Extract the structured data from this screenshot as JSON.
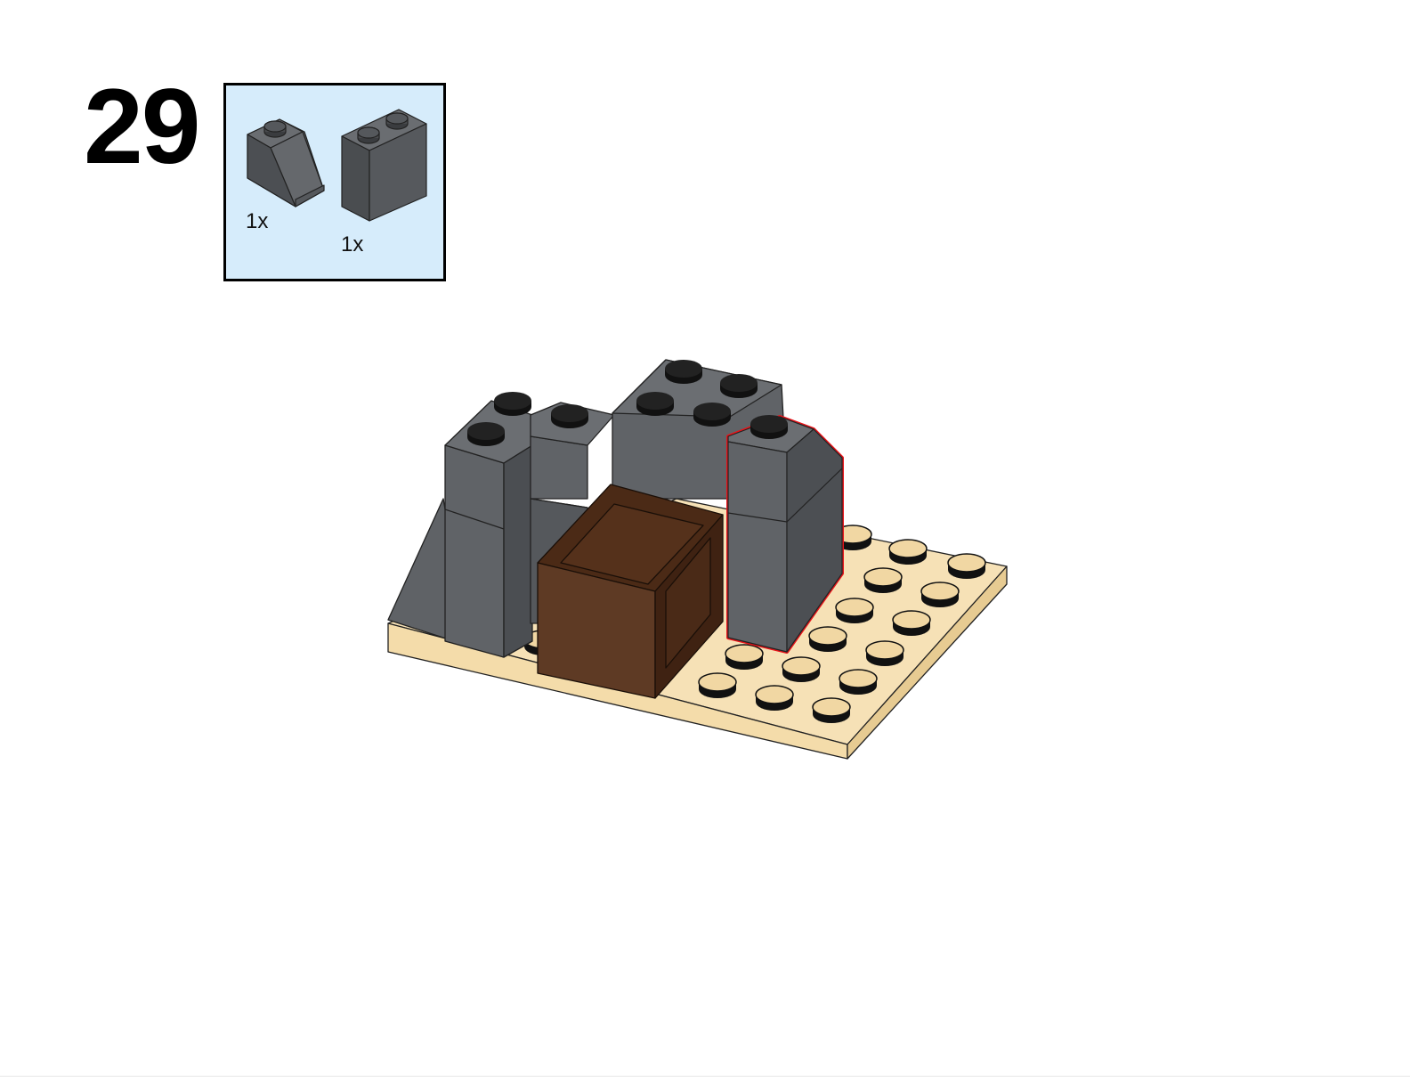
{
  "step": {
    "number": "29"
  },
  "parts_list": {
    "items": [
      {
        "part": "slope-brick",
        "color": "dark-bluish-gray",
        "qty": "1x"
      },
      {
        "part": "brick-1x2",
        "color": "dark-bluish-gray",
        "qty": "1x"
      }
    ]
  },
  "model": {
    "highlight_color": "#e8141a",
    "colors": {
      "gray": "#5b5e62",
      "gray_side": "#4a4d50",
      "tan": "#f2d9a4",
      "brown": "#5c3a22"
    }
  }
}
